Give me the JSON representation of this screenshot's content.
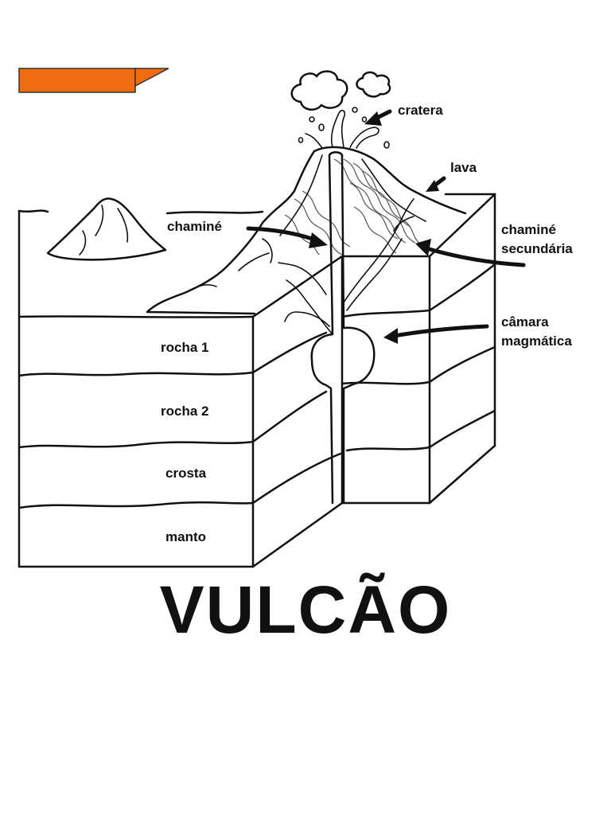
{
  "colors": {
    "accent": "#f26b0f",
    "ink": "#111111",
    "background": "#ffffff"
  },
  "labels": {
    "cratera": "cratera",
    "lava": "lava",
    "chamine": "chaminé",
    "chamine_secundaria_1": "chaminé",
    "chamine_secundaria_2": "secundária",
    "camara_1": "câmara",
    "camara_2": "magmática",
    "rocha1": "rocha 1",
    "rocha2": "rocha 2",
    "crosta": "crosta",
    "manto": "manto"
  },
  "title": "VULCÃO"
}
